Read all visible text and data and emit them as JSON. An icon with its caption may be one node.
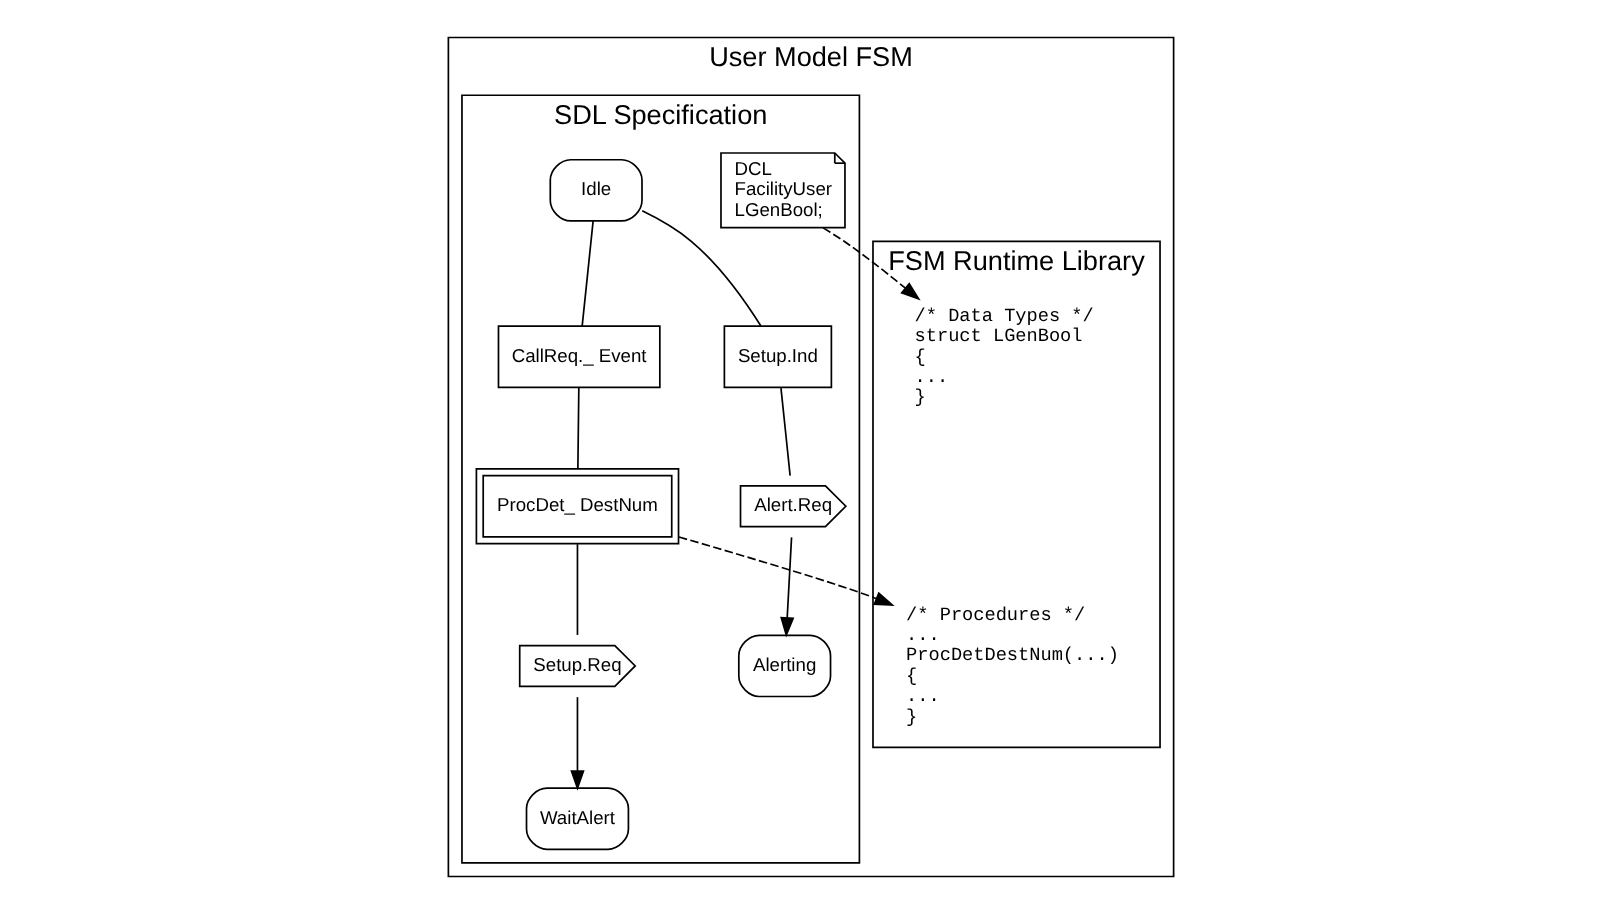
{
  "diagram": {
    "nodes": [
      {
        "text": [
          "User Model FSM"
        ]
      },
      {
        "text": [
          "SDL Specification"
        ],
        "in": 0
      },
      {
        "text": [
          "Idle"
        ],
        "in": 1
      },
      {
        "text": [
          "CallReq._ Event"
        ],
        "in": 1
      },
      {
        "text": [
          "Setup.Ind"
        ],
        "in": 1
      },
      {
        "text": [
          "ProcDet_ DestNum"
        ],
        "in": 1
      },
      {
        "text": [
          "Setup.Req"
        ],
        "in": 1
      },
      {
        "text": [
          "Alert.Req"
        ],
        "in": 1
      },
      {
        "text": [
          "WaitAlert"
        ],
        "in": 1
      },
      {
        "text": [
          "Alerting"
        ],
        "in": 1
      },
      {
        "text": [
          "DCL",
          "FacilityUser",
          "LGenBool;"
        ],
        "in": 1
      },
      {
        "text": [
          "FSM Runtime Library"
        ],
        "in": 0
      },
      {
        "text": [
          "/* Data Types */",
          "struct LGenBool",
          "{",
          "...",
          "}"
        ],
        "in": 11
      },
      {
        "text": [
          "/* Procedures */",
          "...",
          "ProcDetDestNum(...)",
          "{",
          "...",
          "}"
        ],
        "in": 11
      }
    ],
    "edges": [
      {
        "from": 2,
        "to": 3,
        "arrow": "none"
      },
      {
        "from": 2,
        "to": 4,
        "arrow": "none"
      },
      {
        "from": 3,
        "to": 5,
        "arrow": "none"
      },
      {
        "from": 5,
        "to": 6,
        "arrow": "none"
      },
      {
        "from": 6,
        "to": 8,
        "arrow": "to"
      },
      {
        "from": 4,
        "to": 7,
        "arrow": "none"
      },
      {
        "from": 7,
        "to": 9,
        "arrow": "to"
      },
      {
        "from": 10,
        "to": 12,
        "arrow": "to",
        "style": "dashed"
      },
      {
        "from": 5,
        "to": 13,
        "arrow": "to",
        "style": "dashed"
      }
    ]
  }
}
